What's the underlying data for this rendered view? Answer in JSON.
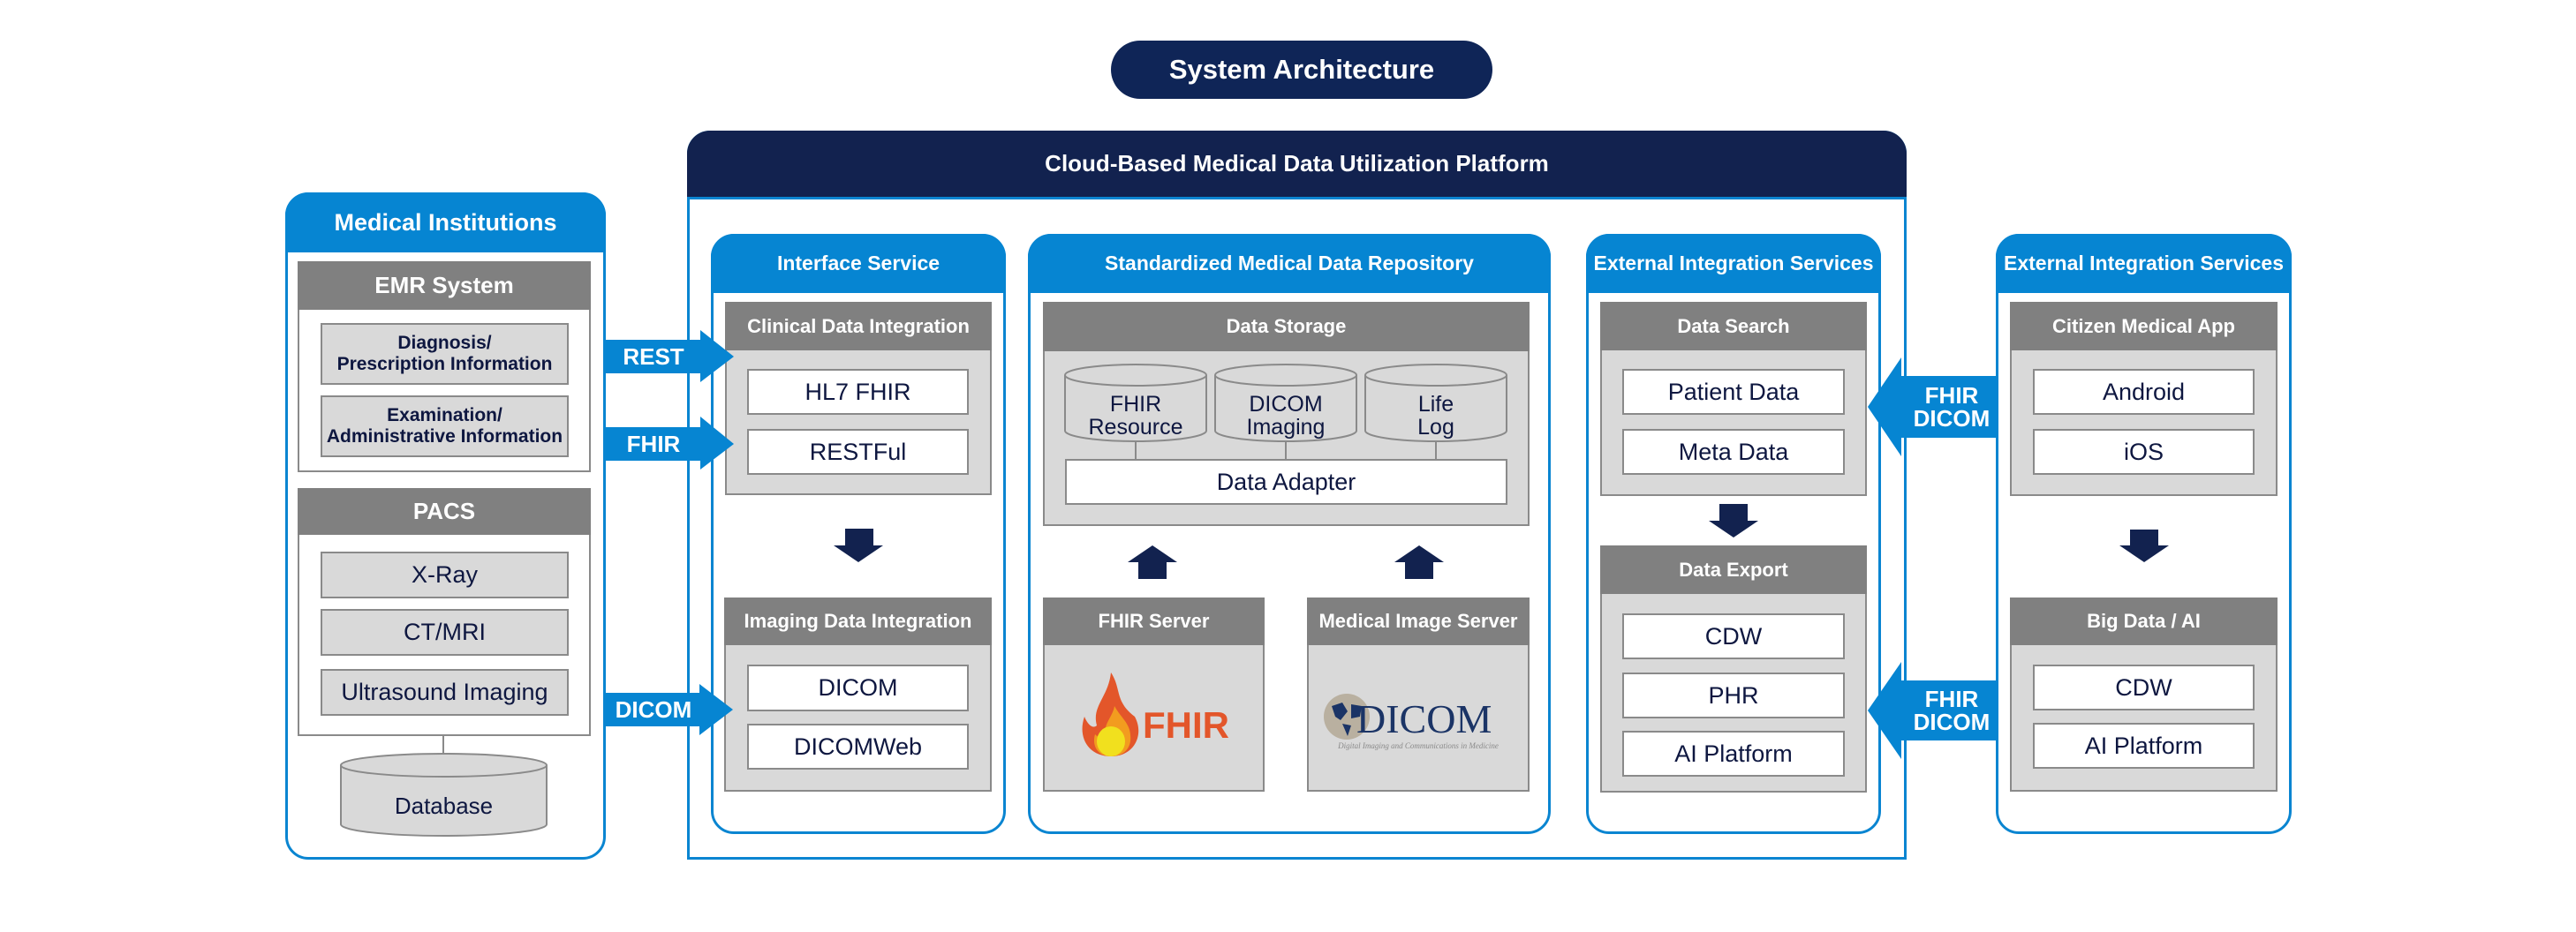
{
  "title": "System Architecture",
  "colors": {
    "navy": "#12224f",
    "blue": "#0685d2",
    "gray_header": "#808080",
    "gray_panel": "#d9d9d9",
    "text_dark": "#0e1740",
    "fhir_orange": "#e3562a",
    "fhir_yellow": "#f1e01e",
    "dicom_navy": "#1b3466"
  },
  "medical_institutions": {
    "title": "Medical Institutions",
    "emr": {
      "title": "EMR System",
      "items": [
        "Diagnosis/\nPrescription Information",
        "Examination/\nAdministrative Information"
      ]
    },
    "pacs": {
      "title": "PACS",
      "items": [
        "X-Ray",
        "CT/MRI",
        "Ultrasound Imaging"
      ]
    },
    "database": "Database"
  },
  "arrows_left": [
    "REST",
    "FHIR",
    "DICOM"
  ],
  "platform": {
    "title": "Cloud-Based Medical Data Utilization Platform",
    "interface_service": {
      "title": "Interface Service",
      "clinical": {
        "title": "Clinical Data Integration",
        "items": [
          "HL7 FHIR",
          "RESTFul"
        ]
      },
      "imaging": {
        "title": "Imaging Data Integration",
        "items": [
          "DICOM",
          "DICOMWeb"
        ]
      }
    },
    "repository": {
      "title": "Standardized Medical Data Repository",
      "storage": {
        "title": "Data Storage",
        "stores": [
          "FHIR\nResource",
          "DICOM\nImaging",
          "Life\nLog"
        ],
        "adapter": "Data Adapter"
      },
      "fhir_server": {
        "title": "FHIR Server",
        "logo_text": "FHIR"
      },
      "image_server": {
        "title": "Medical Image Server",
        "logo_text": "DICOM",
        "logo_subtitle": "Digital Imaging and Communications in Medicine"
      }
    },
    "external": {
      "title": "External Integration Services",
      "search": {
        "title": "Data Search",
        "items": [
          "Patient Data",
          "Meta Data"
        ]
      },
      "export": {
        "title": "Data Export",
        "items": [
          "CDW",
          "PHR",
          "AI Platform"
        ]
      }
    }
  },
  "arrows_right": [
    "FHIR\nDICOM",
    "FHIR\nDICOM"
  ],
  "external_right": {
    "title": "External Integration Services",
    "app": {
      "title": "Citizen Medical App",
      "items": [
        "Android",
        "iOS"
      ]
    },
    "bigdata": {
      "title": "Big Data / AI",
      "items": [
        "CDW",
        "AI Platform"
      ]
    }
  }
}
